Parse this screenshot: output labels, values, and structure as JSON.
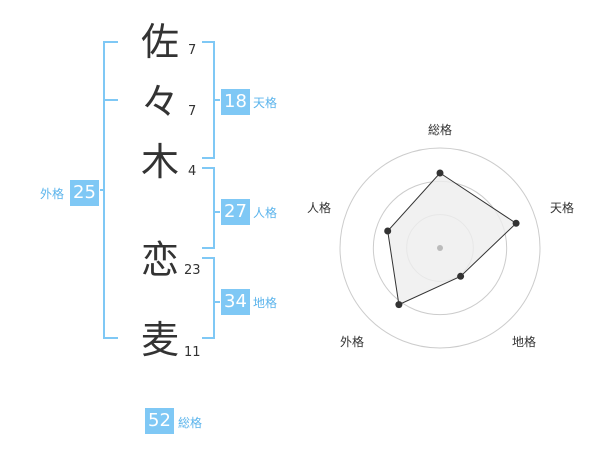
{
  "name_chars": [
    {
      "char": "佐",
      "strokes": "7"
    },
    {
      "char": "々",
      "strokes": "7"
    },
    {
      "char": "木",
      "strokes": "4"
    },
    {
      "char": "恋",
      "strokes": "23"
    },
    {
      "char": "麦",
      "strokes": "11"
    }
  ],
  "fortunes": {
    "tenkaku": {
      "label": "天格",
      "value": "18"
    },
    "jinkaku": {
      "label": "人格",
      "value": "27"
    },
    "chikaku": {
      "label": "地格",
      "value": "34"
    },
    "gaikaku": {
      "label": "外格",
      "value": "25"
    },
    "soukaku": {
      "label": "総格",
      "value": "52"
    }
  },
  "colors": {
    "accent": "#7fc8f5",
    "label": "#5bb4ec",
    "chart_line": "#333333",
    "chart_fill": "#eeeeee",
    "ring": "#cccccc",
    "center": "#bbbbbb"
  },
  "chart_data": {
    "type": "radar",
    "axes": [
      "総格",
      "天格",
      "地格",
      "外格",
      "人格"
    ],
    "values": [
      0.75,
      0.8,
      0.35,
      0.7,
      0.55
    ],
    "max": 1,
    "rings": 3,
    "grid": true
  }
}
